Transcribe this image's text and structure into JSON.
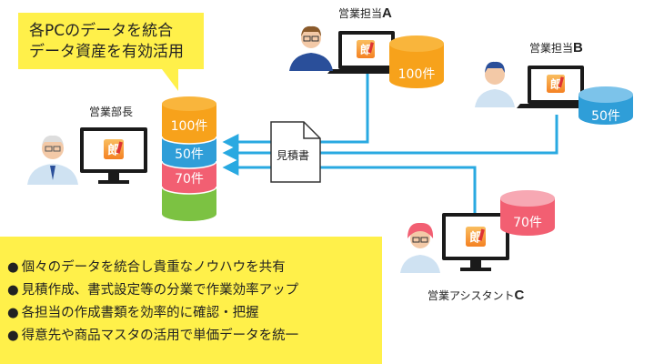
{
  "callout": {
    "line1": "各PCのデータを統合",
    "line2": "データ資産を有効活用"
  },
  "people": {
    "manager": {
      "label": "営業部長"
    },
    "rep_a": {
      "label": "営業担当",
      "letter": "A"
    },
    "rep_b": {
      "label": "営業担当",
      "letter": "B"
    },
    "assistant": {
      "label": "営業アシスタント",
      "letter": "C"
    }
  },
  "central_db": {
    "segments": [
      "100件",
      "50件",
      "70件"
    ]
  },
  "rep_dbs": {
    "a": "100件",
    "b": "50件",
    "c": "70件"
  },
  "document": {
    "label": "見積書"
  },
  "bullets": [
    "個々のデータを統合し貴重なノウハウを共有",
    "見積作成、書式設定等の分業で作業効率アップ",
    "各担当の作成書類を効率的に確認・把握",
    "得意先や商品マスタの活用で単価データを統一"
  ],
  "colors": {
    "yellow": "#fff04a",
    "orange": "#f7a21b",
    "blue": "#2f9ed8",
    "pink": "#f25f72",
    "green": "#7cc242",
    "arrow": "#29a9e1",
    "monitor": "#1a1a1a",
    "pink_light": "#f7a8b3"
  },
  "icons": [
    "app-icon",
    "monitor-icon",
    "person-icon",
    "database-icon",
    "document-icon",
    "arrow-icon"
  ]
}
